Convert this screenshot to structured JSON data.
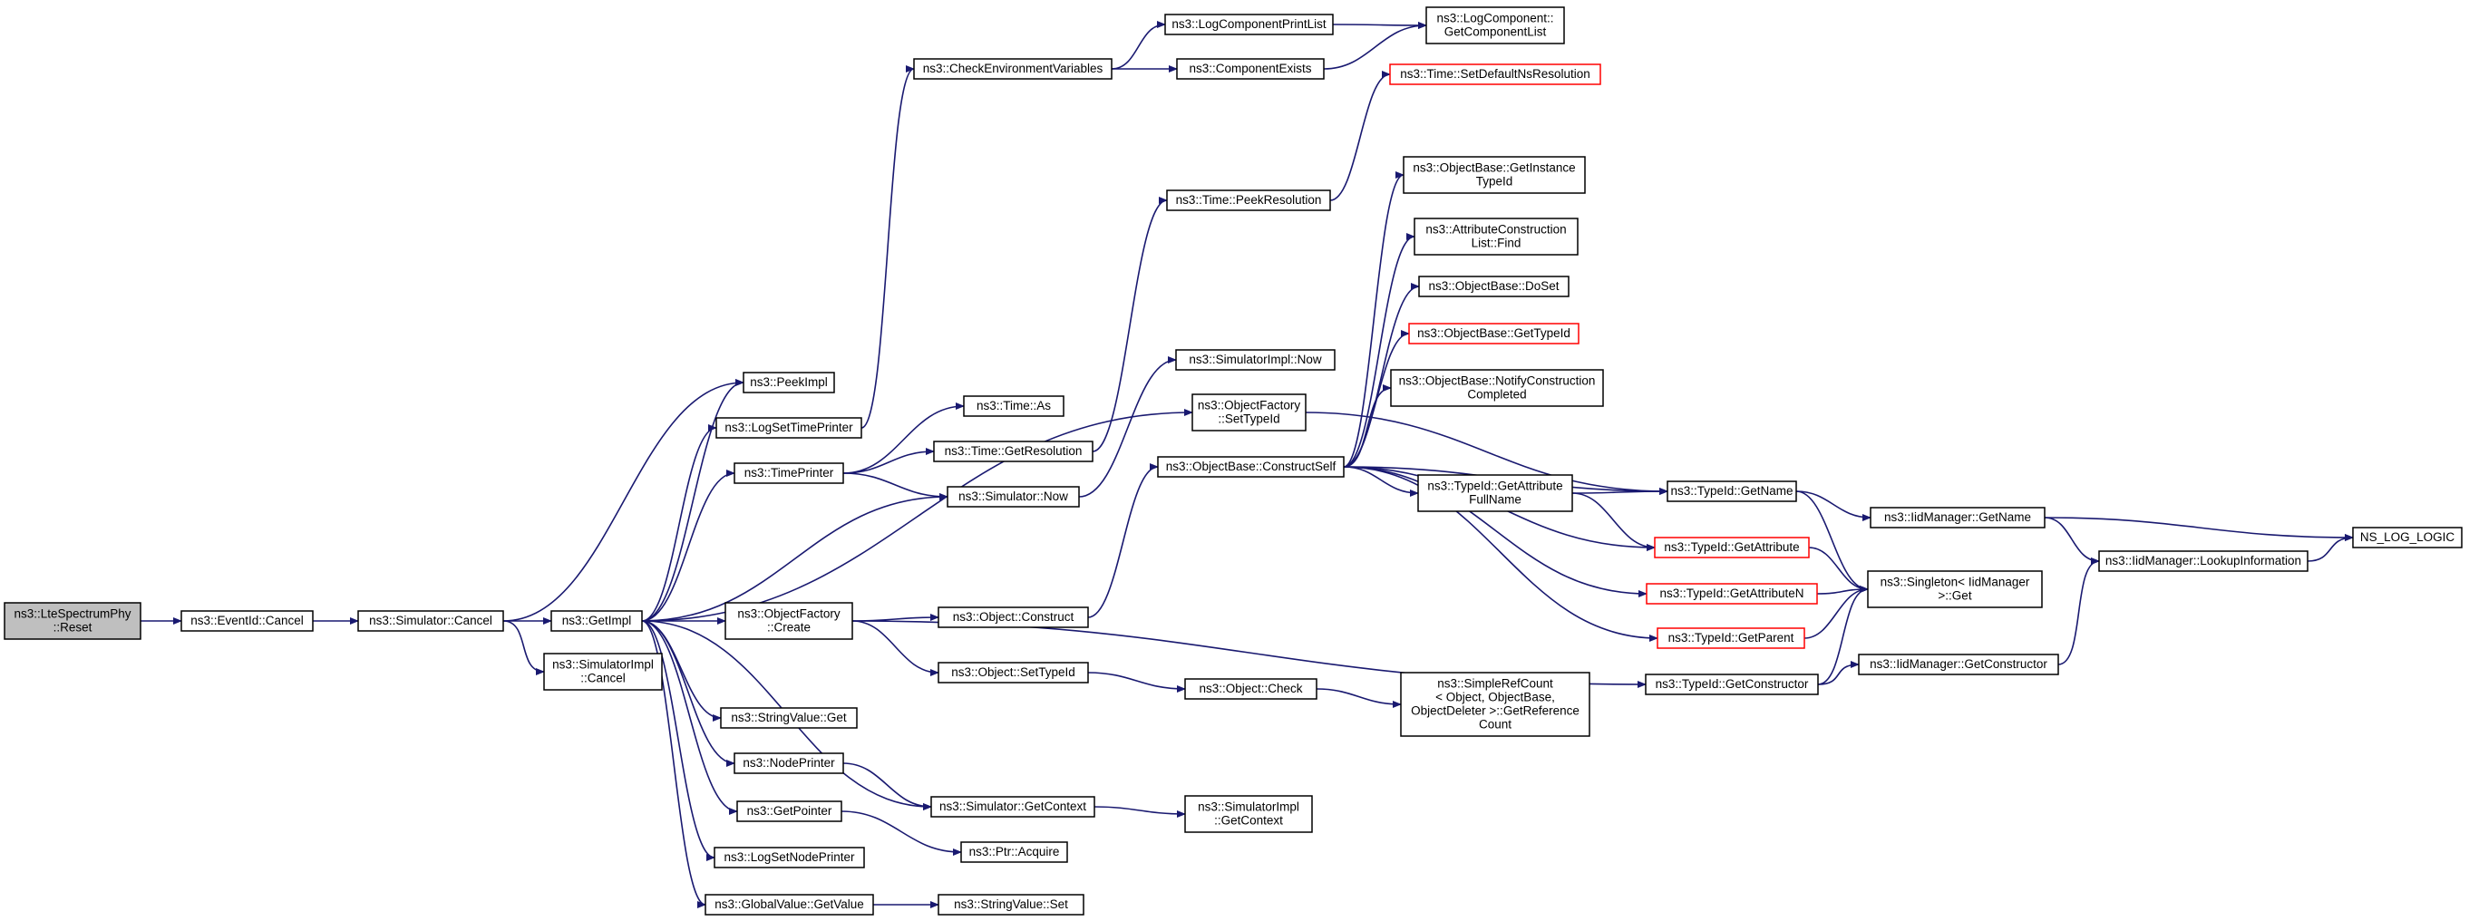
{
  "graph": {
    "title": "",
    "edge_color": "#191970",
    "root_fill": "#bfbfbf",
    "truncated_border_color": "#ff0000",
    "nodes": [
      {
        "id": "reset",
        "lines": [
          "ns3::LteSpectrumPhy",
          "::Reset"
        ],
        "root": true
      },
      {
        "id": "eventid_cancel",
        "lines": [
          "ns3::EventId::Cancel"
        ]
      },
      {
        "id": "sim_cancel",
        "lines": [
          "ns3::Simulator::Cancel"
        ]
      },
      {
        "id": "getimpl",
        "lines": [
          "ns3::GetImpl"
        ]
      },
      {
        "id": "simimpl_cancel",
        "lines": [
          "ns3::SimulatorImpl",
          "::Cancel"
        ]
      },
      {
        "id": "peekimpl",
        "lines": [
          "ns3::PeekImpl"
        ]
      },
      {
        "id": "logsettimeprinter",
        "lines": [
          "ns3::LogSetTimePrinter"
        ]
      },
      {
        "id": "timeprinter",
        "lines": [
          "ns3::TimePrinter"
        ]
      },
      {
        "id": "objfactory_create",
        "lines": [
          "ns3::ObjectFactory",
          "::Create"
        ]
      },
      {
        "id": "stringvalue_get",
        "lines": [
          "ns3::StringValue::Get"
        ]
      },
      {
        "id": "nodeprinter",
        "lines": [
          "ns3::NodePrinter"
        ]
      },
      {
        "id": "getpointer",
        "lines": [
          "ns3::GetPointer"
        ]
      },
      {
        "id": "logsetnodeprinter",
        "lines": [
          "ns3::LogSetNodePrinter"
        ]
      },
      {
        "id": "globalvalue_getvalue",
        "lines": [
          "ns3::GlobalValue::GetValue"
        ]
      },
      {
        "id": "checkenv",
        "lines": [
          "ns3::CheckEnvironmentVariables"
        ]
      },
      {
        "id": "time_as",
        "lines": [
          "ns3::Time::As"
        ]
      },
      {
        "id": "time_getres",
        "lines": [
          "ns3::Time::GetResolution"
        ]
      },
      {
        "id": "sim_now",
        "lines": [
          "ns3::Simulator::Now"
        ]
      },
      {
        "id": "object_construct",
        "lines": [
          "ns3::Object::Construct"
        ]
      },
      {
        "id": "object_settypeid",
        "lines": [
          "ns3::Object::SetTypeId"
        ]
      },
      {
        "id": "sim_getcontext",
        "lines": [
          "ns3::Simulator::GetContext"
        ]
      },
      {
        "id": "ptr_acquire",
        "lines": [
          "ns3::Ptr::Acquire"
        ]
      },
      {
        "id": "stringvalue_set",
        "lines": [
          "ns3::StringValue::Set"
        ]
      },
      {
        "id": "logcompprintlist",
        "lines": [
          "ns3::LogComponentPrintList"
        ]
      },
      {
        "id": "compexists",
        "lines": [
          "ns3::ComponentExists"
        ]
      },
      {
        "id": "time_peekres",
        "lines": [
          "ns3::Time::PeekResolution"
        ]
      },
      {
        "id": "simimpl_now",
        "lines": [
          "ns3::SimulatorImpl::Now"
        ]
      },
      {
        "id": "objfactory_settypeid",
        "lines": [
          "ns3::ObjectFactory",
          "::SetTypeId"
        ]
      },
      {
        "id": "objbase_constructself",
        "lines": [
          "ns3::ObjectBase::ConstructSelf"
        ]
      },
      {
        "id": "object_check",
        "lines": [
          "ns3::Object::Check"
        ]
      },
      {
        "id": "simimpl_getcontext",
        "lines": [
          "ns3::SimulatorImpl",
          "::GetContext"
        ]
      },
      {
        "id": "logcomp_getcomplist",
        "lines": [
          "ns3::LogComponent::",
          "GetComponentList"
        ]
      },
      {
        "id": "time_setdefaultns",
        "lines": [
          "ns3::Time::SetDefaultNsResolution"
        ],
        "truncated": true
      },
      {
        "id": "objbase_getinstancetypeid",
        "lines": [
          "ns3::ObjectBase::GetInstance",
          "TypeId"
        ]
      },
      {
        "id": "attrconstr_find",
        "lines": [
          "ns3::AttributeConstruction",
          "List::Find"
        ]
      },
      {
        "id": "objbase_doset",
        "lines": [
          "ns3::ObjectBase::DoSet"
        ]
      },
      {
        "id": "objbase_gettypeid",
        "lines": [
          "ns3::ObjectBase::GetTypeId"
        ],
        "truncated": true
      },
      {
        "id": "objbase_notify",
        "lines": [
          "ns3::ObjectBase::NotifyConstruction",
          "Completed"
        ]
      },
      {
        "id": "typeid_getattrfullname",
        "lines": [
          "ns3::TypeId::GetAttribute",
          "FullName"
        ]
      },
      {
        "id": "simplerefcount",
        "lines": [
          "ns3::SimpleRefCount",
          "< Object, ObjectBase,",
          "ObjectDeleter >::GetReference",
          "Count"
        ]
      },
      {
        "id": "typeid_getname",
        "lines": [
          "ns3::TypeId::GetName"
        ]
      },
      {
        "id": "typeid_getattribute",
        "lines": [
          "ns3::TypeId::GetAttribute"
        ],
        "truncated": true
      },
      {
        "id": "typeid_getattributen",
        "lines": [
          "ns3::TypeId::GetAttributeN"
        ],
        "truncated": true
      },
      {
        "id": "typeid_getparent",
        "lines": [
          "ns3::TypeId::GetParent"
        ],
        "truncated": true
      },
      {
        "id": "typeid_getconstructor",
        "lines": [
          "ns3::TypeId::GetConstructor"
        ]
      },
      {
        "id": "singleton_get",
        "lines": [
          "ns3::Singleton< IidManager",
          ">::Get"
        ]
      },
      {
        "id": "iid_getname",
        "lines": [
          "ns3::IidManager::GetName"
        ]
      },
      {
        "id": "iid_lookupinfo",
        "lines": [
          "ns3::IidManager::LookupInformation"
        ]
      },
      {
        "id": "iid_getconstructor",
        "lines": [
          "ns3::IidManager::GetConstructor"
        ]
      },
      {
        "id": "ns_log_logic",
        "lines": [
          "NS_LOG_LOGIC"
        ]
      }
    ],
    "edges": [
      [
        "reset",
        "eventid_cancel"
      ],
      [
        "eventid_cancel",
        "sim_cancel"
      ],
      [
        "sim_cancel",
        "getimpl"
      ],
      [
        "sim_cancel",
        "simimpl_cancel"
      ],
      [
        "sim_cancel",
        "peekimpl"
      ],
      [
        "getimpl",
        "peekimpl"
      ],
      [
        "getimpl",
        "logsettimeprinter"
      ],
      [
        "getimpl",
        "timeprinter"
      ],
      [
        "getimpl",
        "objfactory_create"
      ],
      [
        "getimpl",
        "stringvalue_get"
      ],
      [
        "getimpl",
        "nodeprinter"
      ],
      [
        "getimpl",
        "getpointer"
      ],
      [
        "getimpl",
        "logsetnodeprinter"
      ],
      [
        "getimpl",
        "globalvalue_getvalue"
      ],
      [
        "getimpl",
        "sim_getcontext"
      ],
      [
        "getimpl",
        "sim_now"
      ],
      [
        "getimpl",
        "objfactory_settypeid"
      ],
      [
        "logsettimeprinter",
        "checkenv"
      ],
      [
        "checkenv",
        "logcompprintlist"
      ],
      [
        "checkenv",
        "compexists"
      ],
      [
        "logcompprintlist",
        "logcomp_getcomplist"
      ],
      [
        "compexists",
        "logcomp_getcomplist"
      ],
      [
        "timeprinter",
        "time_as"
      ],
      [
        "timeprinter",
        "time_getres"
      ],
      [
        "timeprinter",
        "sim_now"
      ],
      [
        "time_getres",
        "time_peekres"
      ],
      [
        "time_peekres",
        "time_setdefaultns"
      ],
      [
        "sim_now",
        "simimpl_now"
      ],
      [
        "objfactory_create",
        "object_construct"
      ],
      [
        "objfactory_create",
        "object_settypeid"
      ],
      [
        "objfactory_create",
        "typeid_getconstructor"
      ],
      [
        "object_construct",
        "objbase_constructself"
      ],
      [
        "object_settypeid",
        "object_check"
      ],
      [
        "object_check",
        "simplerefcount"
      ],
      [
        "nodeprinter",
        "sim_getcontext"
      ],
      [
        "sim_getcontext",
        "simimpl_getcontext"
      ],
      [
        "getpointer",
        "ptr_acquire"
      ],
      [
        "globalvalue_getvalue",
        "stringvalue_set"
      ],
      [
        "objfactory_settypeid",
        "typeid_getname"
      ],
      [
        "objbase_constructself",
        "objbase_getinstancetypeid"
      ],
      [
        "objbase_constructself",
        "attrconstr_find"
      ],
      [
        "objbase_constructself",
        "objbase_doset"
      ],
      [
        "objbase_constructself",
        "objbase_gettypeid"
      ],
      [
        "objbase_constructself",
        "objbase_notify"
      ],
      [
        "objbase_constructself",
        "typeid_getattrfullname"
      ],
      [
        "objbase_constructself",
        "typeid_getname"
      ],
      [
        "objbase_constructself",
        "typeid_getattribute"
      ],
      [
        "objbase_constructself",
        "typeid_getattributen"
      ],
      [
        "objbase_constructself",
        "typeid_getparent"
      ],
      [
        "typeid_getattrfullname",
        "typeid_getname"
      ],
      [
        "typeid_getattrfullname",
        "typeid_getattribute"
      ],
      [
        "typeid_getname",
        "iid_getname"
      ],
      [
        "typeid_getname",
        "singleton_get"
      ],
      [
        "typeid_getattribute",
        "singleton_get"
      ],
      [
        "typeid_getattributen",
        "singleton_get"
      ],
      [
        "typeid_getparent",
        "singleton_get"
      ],
      [
        "typeid_getconstructor",
        "singleton_get"
      ],
      [
        "typeid_getconstructor",
        "iid_getconstructor"
      ],
      [
        "iid_getname",
        "iid_lookupinfo"
      ],
      [
        "iid_getname",
        "ns_log_logic"
      ],
      [
        "iid_lookupinfo",
        "ns_log_logic"
      ],
      [
        "iid_getconstructor",
        "iid_lookupinfo"
      ]
    ]
  }
}
